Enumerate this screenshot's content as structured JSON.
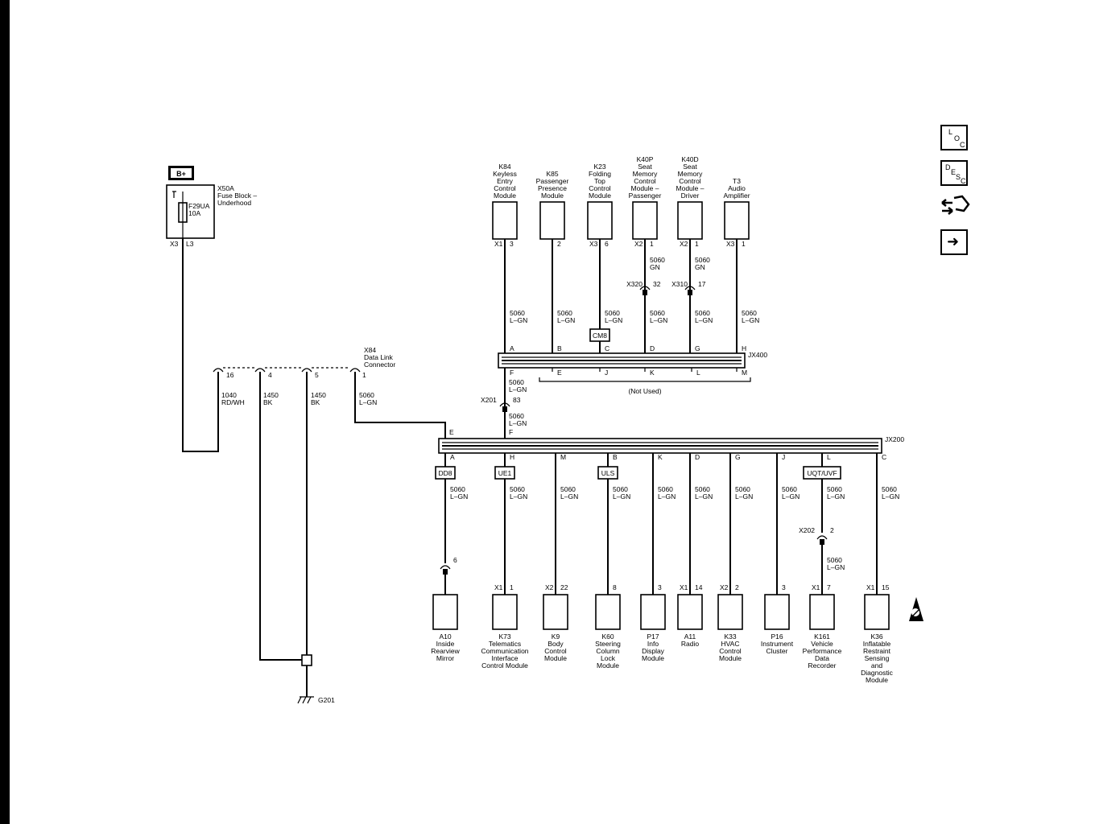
{
  "battery": {
    "label": "B+"
  },
  "fuse_block": {
    "ref": "X50A",
    "name": "Fuse Block –",
    "name2": "Underhood",
    "fuse": "F29UA",
    "rating": "10A",
    "conn": "X3",
    "pin": "L3"
  },
  "dlc": {
    "ref": "X84",
    "name": "Data Link",
    "name2": "Connector",
    "pins": [
      {
        "pin": "16",
        "circuit": "1040",
        "color": "RD/WH"
      },
      {
        "pin": "4",
        "circuit": "1450",
        "color": "BK"
      },
      {
        "pin": "5",
        "circuit": "1450",
        "color": "BK"
      },
      {
        "pin": "1",
        "circuit": "5060",
        "color": "L–GN"
      }
    ]
  },
  "ground": {
    "label": "G201"
  },
  "top_modules": [
    {
      "lines": [
        "K84",
        "Keyless",
        "Entry",
        "Control",
        "Module"
      ],
      "conn": "X1",
      "pin": "3",
      "circuit": "5060",
      "color": "L–GN",
      "splice_pin": "A"
    },
    {
      "lines": [
        "K85",
        "Passenger",
        "Presence",
        "Module"
      ],
      "conn": "",
      "pin": "2",
      "circuit": "5060",
      "color": "L–GN",
      "splice_pin": "B"
    },
    {
      "lines": [
        "K23",
        "Folding",
        "Top",
        "Control",
        "Module"
      ],
      "conn": "X3",
      "pin": "6",
      "circuit": "5060",
      "color": "L–GN",
      "splice_pin": "C",
      "option": "CM8"
    },
    {
      "lines": [
        "K40P",
        "Seat",
        "Memory",
        "Control",
        "Module –",
        "Passenger"
      ],
      "conn": "X2",
      "pin": "1",
      "circuit_upper": "5060",
      "color_upper": "GN",
      "inline": "X320",
      "inline_pin": "32",
      "circuit": "5060",
      "color": "L–GN",
      "splice_pin": "D"
    },
    {
      "lines": [
        "K40D",
        "Seat",
        "Memory",
        "Control",
        "Module –",
        "Driver"
      ],
      "conn": "X2",
      "pin": "1",
      "circuit_upper": "5060",
      "color_upper": "GN",
      "inline": "X310",
      "inline_pin": "17",
      "circuit": "5060",
      "color": "L–GN",
      "splice_pin": "G"
    },
    {
      "lines": [
        "T3",
        "Audio",
        "Amplifier"
      ],
      "conn": "X3",
      "pin": "1",
      "circuit": "5060",
      "color": "L–GN",
      "splice_pin": "H"
    }
  ],
  "jx400": {
    "label": "JX400",
    "bottom_pins": [
      "F",
      "E",
      "J",
      "K",
      "L",
      "M"
    ],
    "not_used": "(Not Used)"
  },
  "x201": {
    "label": "X201",
    "pin": "83",
    "upper_circuit": "5060",
    "upper_color": "L–GN",
    "lower_circuit": "5060",
    "lower_color": "L–GN",
    "top_pin": "F"
  },
  "jx200": {
    "label": "JX200",
    "left_pin": "E"
  },
  "bottom_modules": [
    {
      "splice_pin": "A",
      "option": "DD8",
      "circuit": "5060",
      "color": "L–GN",
      "inline_pin": "6",
      "conn": "",
      "pin": "",
      "lines": [
        "A10",
        "Inside",
        "Rearview",
        "Mirror"
      ]
    },
    {
      "splice_pin": "H",
      "option": "UE1",
      "circuit": "5060",
      "color": "L–GN",
      "conn": "X1",
      "pin": "1",
      "lines": [
        "K73",
        "Telematics",
        "Communication",
        "Interface",
        "Control Module"
      ]
    },
    {
      "splice_pin": "M",
      "circuit": "5060",
      "color": "L–GN",
      "conn": "X2",
      "pin": "22",
      "lines": [
        "K9",
        "Body",
        "Control",
        "Module"
      ]
    },
    {
      "splice_pin": "B",
      "option": "ULS",
      "circuit": "5060",
      "color": "L–GN",
      "conn": "",
      "pin": "8",
      "lines": [
        "K60",
        "Steering",
        "Column",
        "Lock",
        "Module"
      ]
    },
    {
      "splice_pin": "K",
      "circuit": "5060",
      "color": "L–GN",
      "conn": "",
      "pin": "3",
      "lines": [
        "P17",
        "Info",
        "Display",
        "Module"
      ]
    },
    {
      "splice_pin": "D",
      "circuit": "5060",
      "color": "L–GN",
      "conn": "X1",
      "pin": "14",
      "lines": [
        "A11",
        "Radio"
      ]
    },
    {
      "splice_pin": "G",
      "circuit": "5060",
      "color": "L–GN",
      "conn": "X2",
      "pin": "2",
      "lines": [
        "K33",
        "HVAC",
        "Control",
        "Module"
      ]
    },
    {
      "splice_pin": "J",
      "circuit": "5060",
      "color": "L–GN",
      "conn": "",
      "pin": "3",
      "lines": [
        "P16",
        "Instrument",
        "Cluster"
      ]
    },
    {
      "splice_pin": "L",
      "option": "UQT/UVF",
      "circuit": "5060",
      "color": "L–GN",
      "inline": "X202",
      "inline_pin": "2",
      "circuit_lower": "5060",
      "color_lower": "L–GN",
      "conn": "X1",
      "pin": "7",
      "lines": [
        "K161",
        "Vehicle",
        "Performance",
        "Data",
        "Recorder"
      ]
    },
    {
      "splice_pin": "C",
      "circuit": "5060",
      "color": "L–GN",
      "conn": "X1",
      "pin": "15",
      "lines": [
        "K36",
        "Inflatable",
        "Restraint",
        "Sensing",
        "and",
        "Diagnostic",
        "Module"
      ]
    }
  ],
  "nav": {
    "loc": {
      "l1": "L",
      "l2": "O",
      "l3": "C"
    },
    "desc": {
      "l1": "D",
      "l2": "E",
      "l3": "S",
      "l4": "C"
    },
    "next_arrow": "➜"
  },
  "icons": {
    "connector": "connector-icon",
    "warning": "airbag-warning-icon",
    "next": "arrow-right-icon"
  }
}
